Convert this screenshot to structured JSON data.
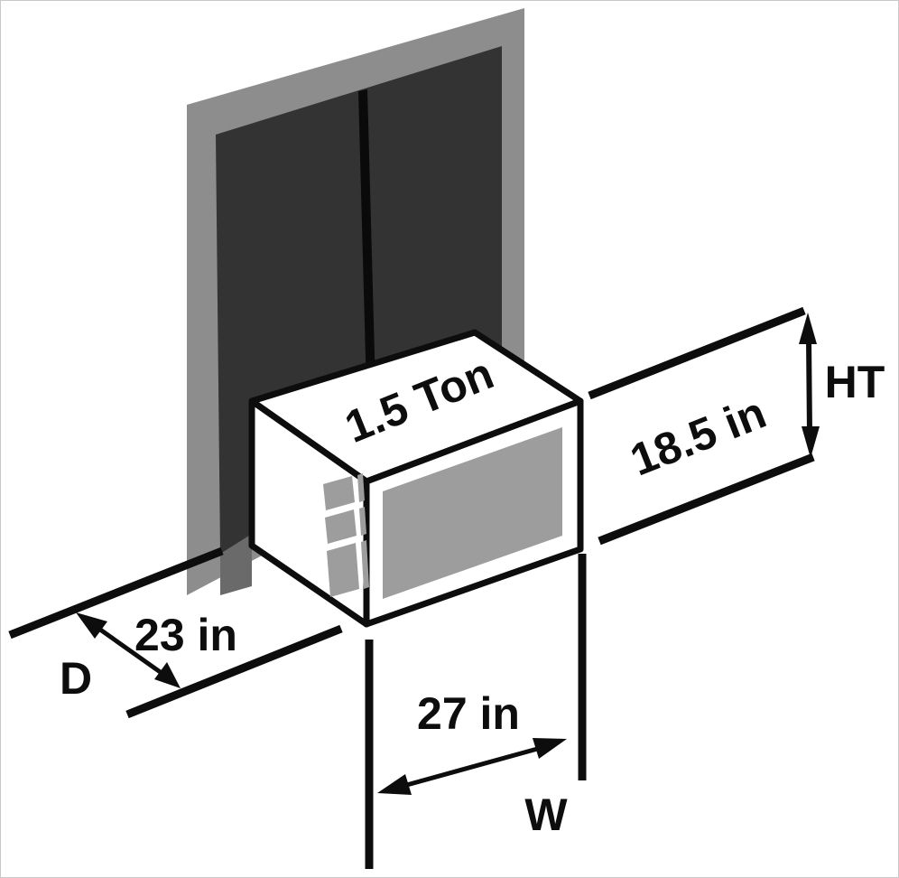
{
  "diagram": {
    "unit_label": "1.5 Ton",
    "height": {
      "label": "HT",
      "value": "18.5 in"
    },
    "depth": {
      "label": "D",
      "value": "23 in"
    },
    "width": {
      "label": "W",
      "value": "27 in"
    }
  },
  "colors": {
    "background": "#ffffff",
    "line": "#0d0d0d",
    "frame_gray": "#8d8d8d",
    "pane_dark": "#333333",
    "mullion_black": "#0a0a0a",
    "reveal_gray": "#6a6a6a",
    "panel_gray": "#9d9d9d",
    "box_white": "#ffffff"
  }
}
